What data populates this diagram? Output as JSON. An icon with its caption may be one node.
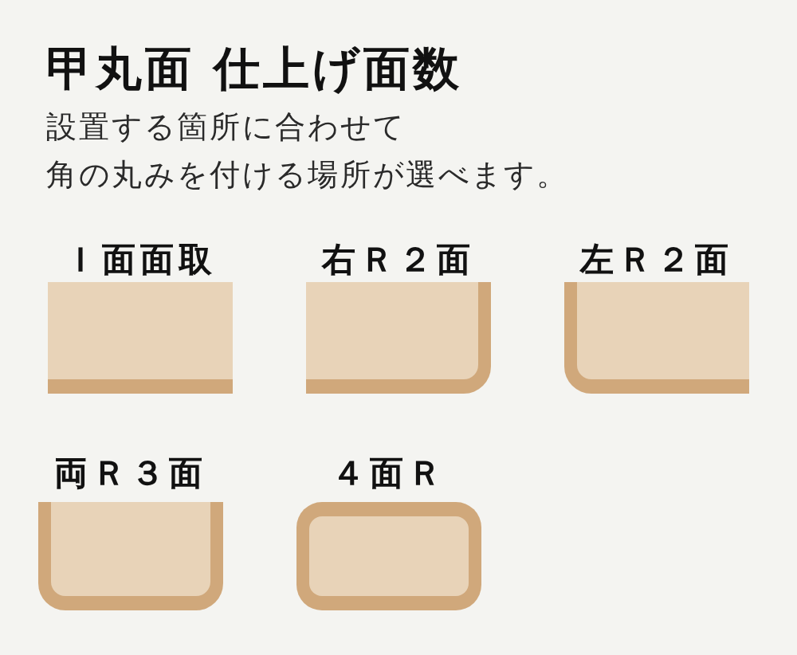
{
  "diagram": {
    "title": "甲丸面 仕上げ面数",
    "nodes": [
      {
        "text": [
          "Ｉ面面取"
        ]
      },
      {
        "text": [
          "右Ｒ２面"
        ]
      },
      {
        "text": [
          "左Ｒ２面"
        ]
      },
      {
        "text": [
          "両Ｒ３面"
        ]
      },
      {
        "text": [
          "４面Ｒ"
        ]
      }
    ],
    "labels": [
      "設置する箇所に合わせて角の丸みを付ける場所が選べます。"
    ]
  }
}
